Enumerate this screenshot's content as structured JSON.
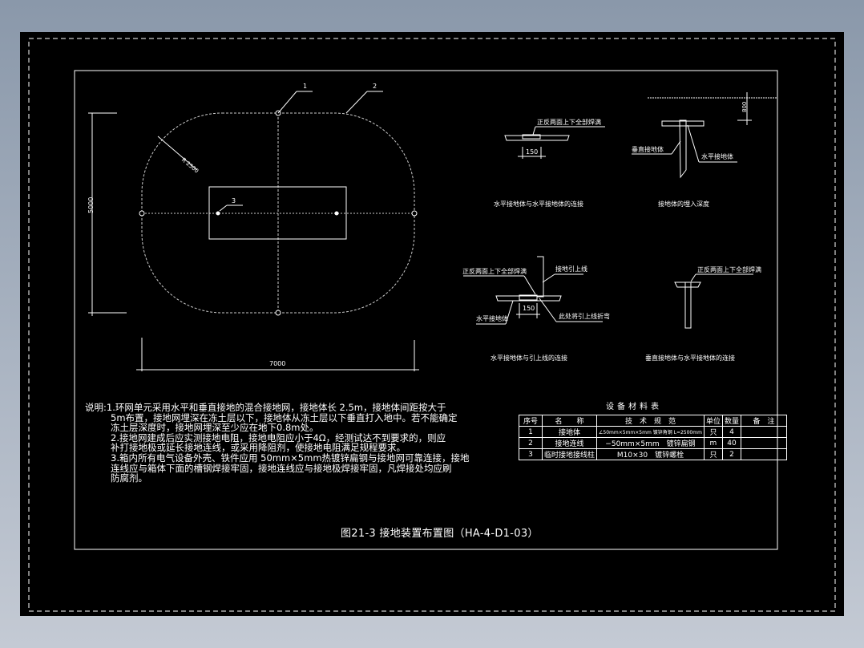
{
  "drawing": {
    "caption": "图21-3 接地装置布置图（HA-4-D1-03）",
    "plan": {
      "dim_width": "7000",
      "dim_height": "5000",
      "radius_label": "R 2500",
      "callouts": [
        "1",
        "2",
        "3"
      ]
    },
    "details": [
      {
        "title": "水平接地体与水平接地体的连接",
        "labels": [
          "正反两面上下全部焊满"
        ],
        "dimension": "150"
      },
      {
        "title": "接地体的埋入深度",
        "labels": [
          "垂直接地体",
          "水平接地体"
        ],
        "dimension": "800"
      },
      {
        "title": "水平接地体与引上线的连接",
        "labels": [
          "正反两面上下全部焊满",
          "接地引上线",
          "水平接地体",
          "此处将引上线折弯"
        ],
        "dimension": "150"
      },
      {
        "title": "垂直接地体与水平接地体的连接",
        "labels": [
          "正反两面上下全部焊满"
        ]
      }
    ],
    "notes": {
      "prefix": "说明:",
      "lines": [
        "1.环网单元采用水平和垂直接地的混合接地网，接地体长 2.5m，接地体间距按大于",
        "5m布置，接地网埋深在冻土层以下，接地体从冻土层以下垂直打入地中。若不能确定",
        "冻土层深度时，接地网埋深至少应在地下0.8m处。",
        "2.接地网建成后应实测接地电阻，接地电阻应小于4Ω，经测试达不到要求的，则应",
        "补打接地极或延长接地连线，或采用降阻剂，使接地电阻满足规程要求。",
        "3.箱内所有电气设备外壳、铁件应用 50mm×5mm热镀锌扁钢与接地网可靠连接，接地",
        "连线应与箱体下面的槽钢焊接牢固，接地连线应与接地极焊接牢固，凡焊接处均应刷",
        "防腐剂。"
      ]
    },
    "material_table": {
      "title": "设备材料表",
      "headers": [
        "序号",
        "名　　称",
        "技　术　规　范",
        "单位",
        "数量",
        "备　注"
      ],
      "rows": [
        [
          "1",
          "接地体",
          "∠50mm×5mm×5mm 镀锌角钢 L=2500mm",
          "只",
          "4",
          ""
        ],
        [
          "2",
          "接地连线",
          "−50mm×5mm　镀锌扁钢",
          "m",
          "40",
          ""
        ],
        [
          "3",
          "临时接地接线柱",
          "M10×30　镀锌螺栓",
          "只",
          "2",
          ""
        ]
      ]
    }
  },
  "colors": {
    "background": "#8a98aa",
    "sheet": "#000000",
    "line": "#ffffff"
  }
}
